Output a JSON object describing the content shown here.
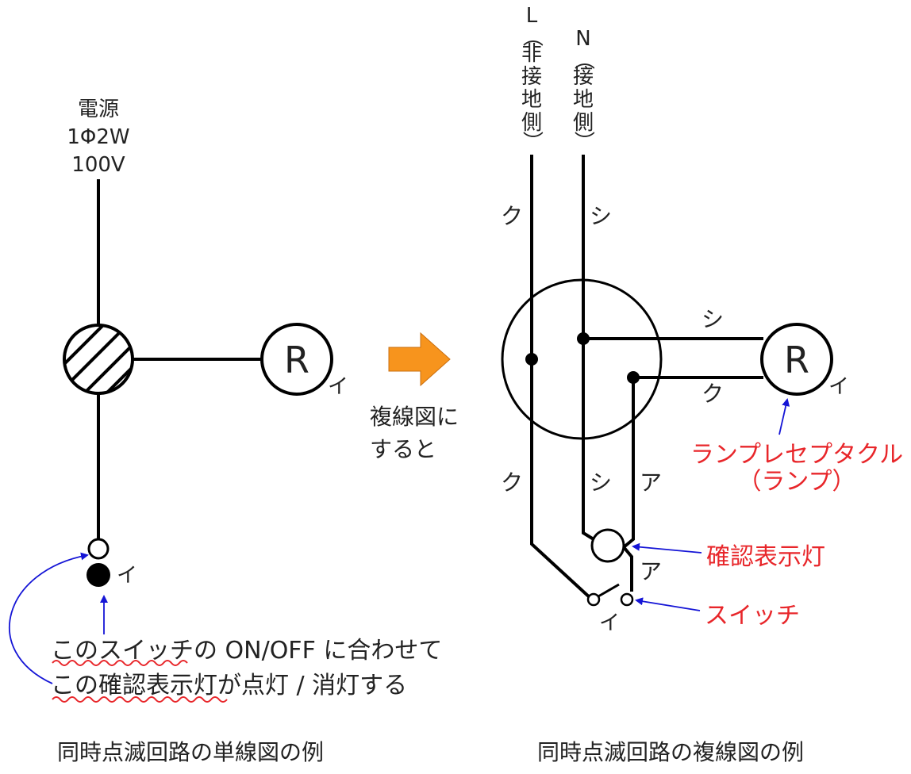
{
  "left_diagram": {
    "power_label": [
      "電源",
      "1Φ2W",
      "100V"
    ],
    "lamp_symbol": "R",
    "lamp_tag": "イ",
    "switch_tag": "イ",
    "note_line1": "このスイッチの ON/OFF に合わせて",
    "note_line2": "この確認表示灯が点灯 / 消灯する",
    "caption": "同時点滅回路の単線図の例"
  },
  "transition": {
    "line1": "複線図に",
    "line2": "すると"
  },
  "right_diagram": {
    "wire_L_label": "L",
    "wire_L_sub": [
      "（",
      "非",
      "接",
      "地",
      "側",
      "）"
    ],
    "wire_N_label": "N",
    "wire_N_sub": [
      "（",
      "接",
      "地",
      "側",
      "）"
    ],
    "L_top_mark": "ク",
    "N_top_mark": "シ",
    "lamp_top_mark": "シ",
    "lamp_bottom_mark": "ク",
    "lamp_symbol": "R",
    "lamp_tag": "イ",
    "L_bottom_mark": "ク",
    "N_bottom_mark": "シ",
    "A_mark_upper": "ア",
    "A_mark_lower": "ア",
    "switch_tag": "イ",
    "lamp_receptacle_label": "ランプレセプタクル",
    "lamp_receptacle_sub": "（ランプ）",
    "indicator_label": "確認表示灯",
    "switch_label": "スイッチ",
    "caption": "同時点滅回路の複線図の例"
  },
  "colors": {
    "wire": "#000000",
    "label_red": "#e8262a",
    "pointer_blue": "#1515d6",
    "arrow_orange": "#f7941d",
    "wavy_red": "#e8262a"
  }
}
